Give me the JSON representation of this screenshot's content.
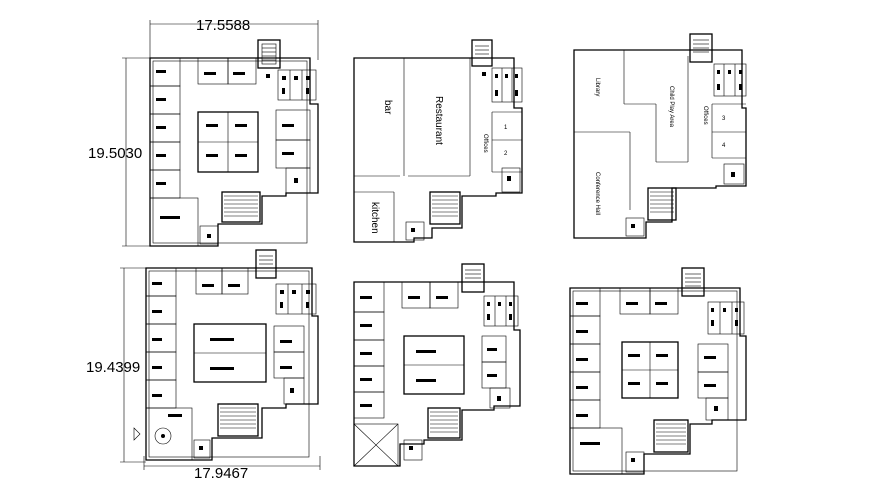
{
  "plan1": {
    "dim_width": "17.5588",
    "dim_height": "19.5030"
  },
  "plan2": {
    "room_bar": "bar",
    "room_restaurant": "Restaurant",
    "room_kitchen": "kitchen",
    "room_offices": "Offices",
    "office_1": "1",
    "office_2": "2"
  },
  "plan3": {
    "room_library": "Library",
    "room_child_play": "Child Play Area",
    "room_offices": "Offices",
    "room_conference": "Conference Hall",
    "office_3": "3",
    "office_4": "4"
  },
  "plan4": {
    "dim_height": "19.4399",
    "dim_width": "17.9467"
  },
  "colors": {
    "line": "#000000",
    "background": "#ffffff"
  }
}
